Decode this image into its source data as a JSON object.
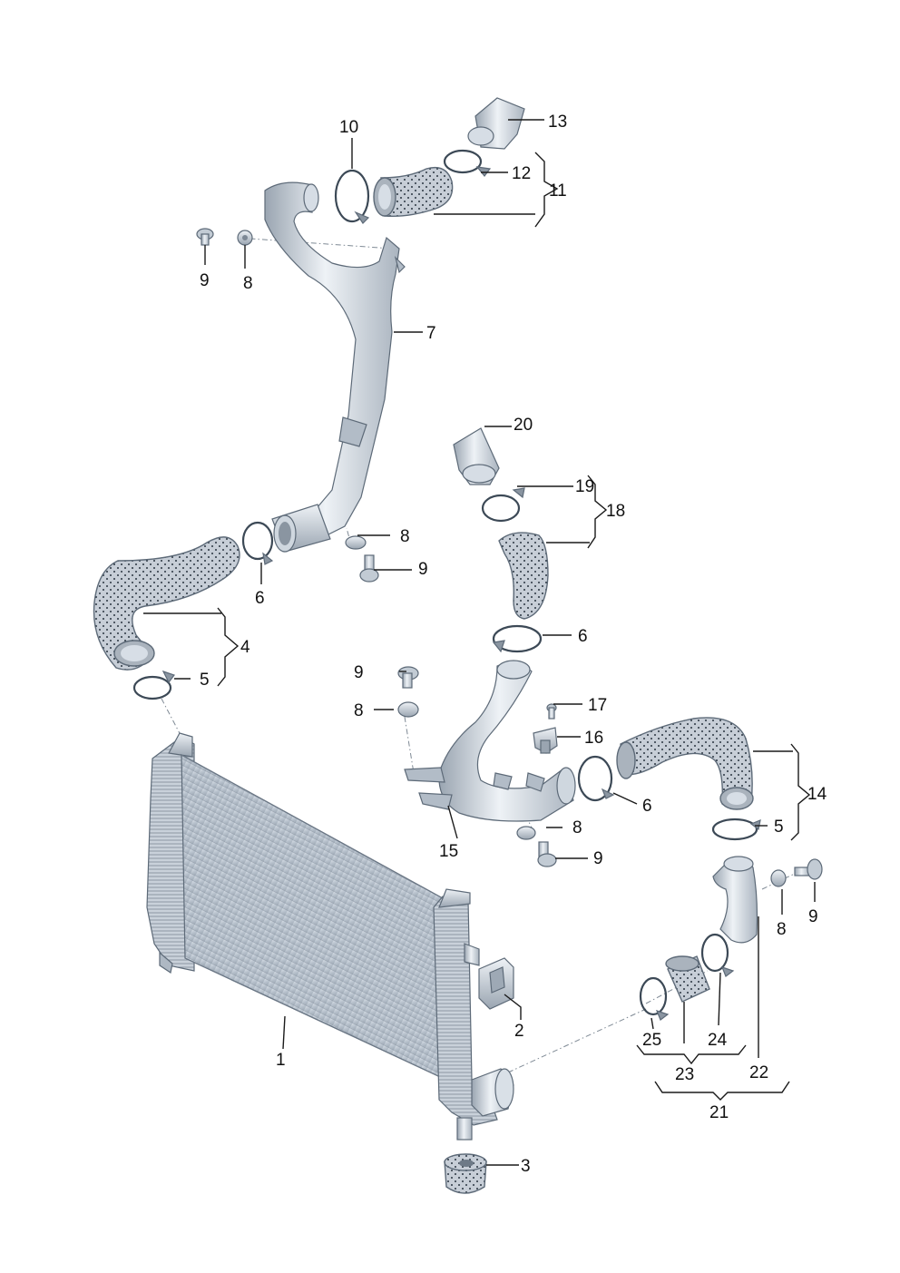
{
  "colors": {
    "metal_light": "#e3e9ef",
    "metal_mid": "#c3ccd6",
    "metal_dark": "#8d98a4",
    "outline": "#5d6a78",
    "hose_fill": "#c7ced7",
    "hose_dot": "#1f2a36",
    "ink": "#111111"
  },
  "callouts": {
    "c1": "1",
    "c2": "2",
    "c3": "3",
    "c4": "4",
    "c5a": "5",
    "c5b": "5",
    "c6a": "6",
    "c6b": "6",
    "c6c": "6",
    "c7": "7",
    "c8a": "8",
    "c8b": "8",
    "c8c": "8",
    "c8d": "8",
    "c8e": "8",
    "c9a": "9",
    "c9b": "9",
    "c9c": "9",
    "c9d": "9",
    "c9e": "9",
    "c10": "10",
    "c11": "11",
    "c12": "12",
    "c13": "13",
    "c14": "14",
    "c15": "15",
    "c16": "16",
    "c17": "17",
    "c18": "18",
    "c19": "19",
    "c20": "20",
    "c21": "21",
    "c22": "22",
    "c23": "23",
    "c24": "24",
    "c25": "25"
  }
}
